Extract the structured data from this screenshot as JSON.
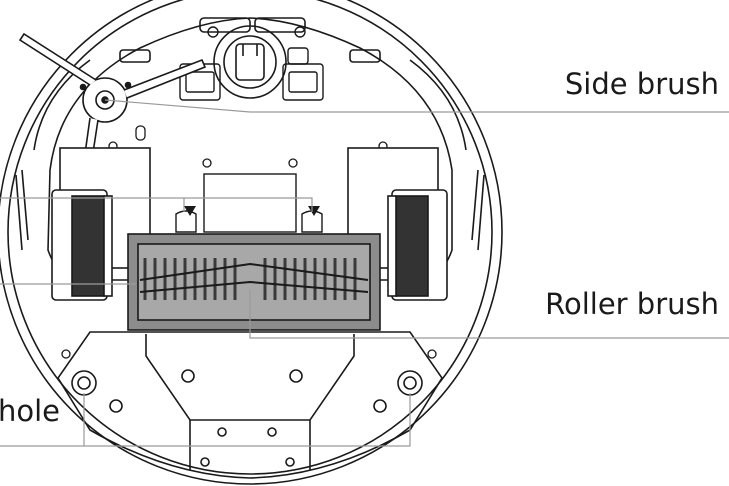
{
  "labels": {
    "side_brush": "Side brush",
    "roller_brush": "Roller brush",
    "hole_partial": "hole"
  },
  "colors": {
    "outline": "#1a1a1a",
    "leader_line": "#9a9a9a",
    "brush_housing": "#8c8c8c",
    "bristles": "#3a3a3a",
    "wheel_tread": "#333333",
    "background": "#ffffff"
  }
}
